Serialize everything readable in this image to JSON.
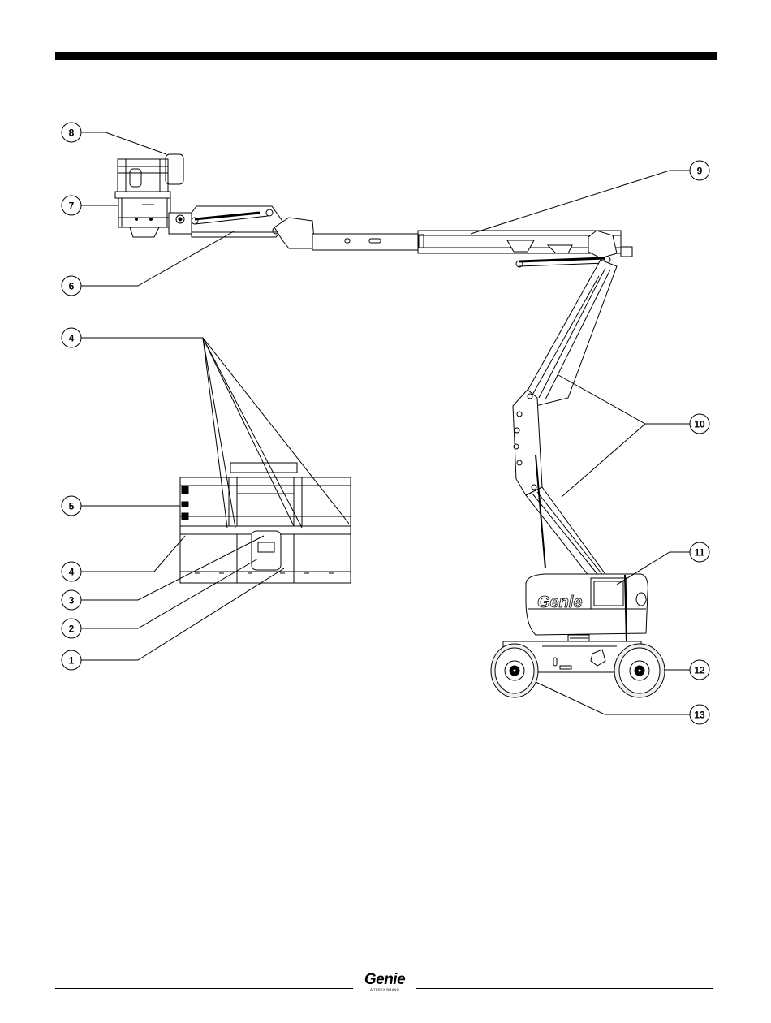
{
  "callouts": [
    {
      "id": "c1",
      "label": "1"
    },
    {
      "id": "c2",
      "label": "2"
    },
    {
      "id": "c3",
      "label": "3"
    },
    {
      "id": "c4a",
      "label": "4"
    },
    {
      "id": "c4b",
      "label": "4"
    },
    {
      "id": "c5",
      "label": "5"
    },
    {
      "id": "c6",
      "label": "6"
    },
    {
      "id": "c7",
      "label": "7"
    },
    {
      "id": "c8",
      "label": "8"
    },
    {
      "id": "c9",
      "label": "9"
    },
    {
      "id": "c10",
      "label": "10"
    },
    {
      "id": "c11",
      "label": "11"
    },
    {
      "id": "c12",
      "label": "12"
    },
    {
      "id": "c13",
      "label": "13"
    }
  ],
  "machine": {
    "turntable_logo": "Genie",
    "colors": {
      "ink": "#000000",
      "paper": "#ffffff",
      "tire": "#f0f0f0"
    }
  },
  "footer": {
    "brand": "Genie",
    "tagline": "A TEREX BRAND"
  }
}
